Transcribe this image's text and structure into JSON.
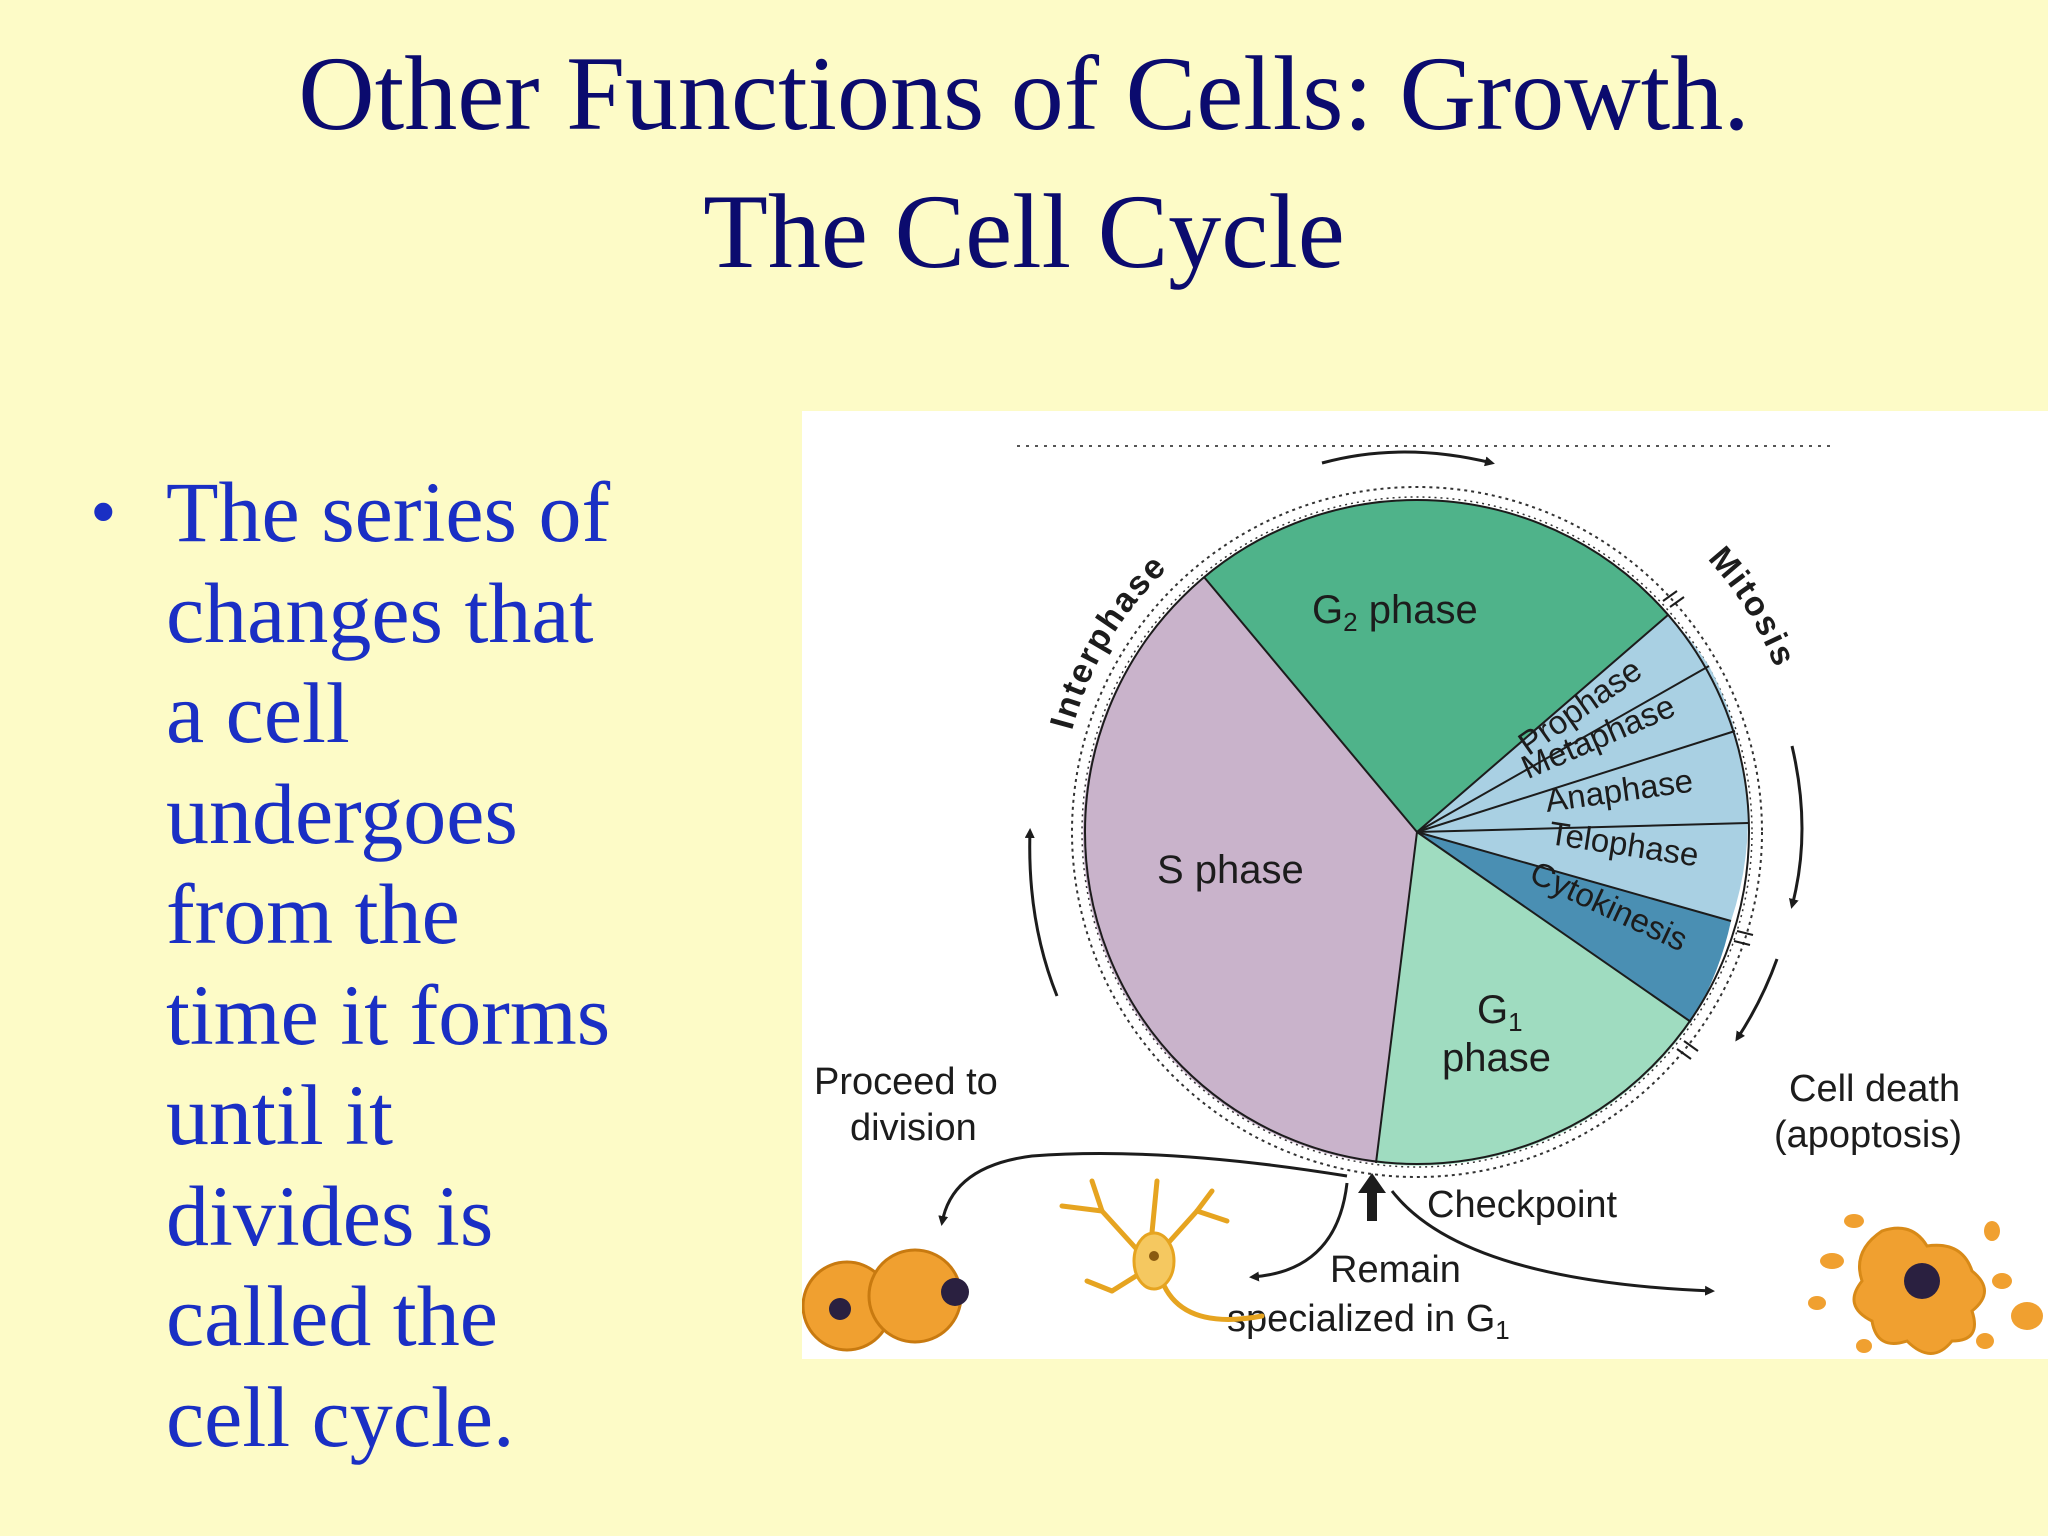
{
  "slide": {
    "title_line1": "Other Functions of Cells: Growth.",
    "title_line2": "The Cell Cycle",
    "bullet_symbol": "•",
    "bullet_lines": [
      "The series of",
      "changes that",
      "a cell",
      "undergoes",
      "from the",
      "time it forms",
      "until it",
      "divides is",
      "called the",
      "cell cycle."
    ]
  },
  "diagram": {
    "arc_labels": {
      "interphase": "Interphase",
      "mitosis": "Mitosis"
    },
    "sectors": {
      "g2": {
        "label": "G",
        "sub": "2",
        "suffix": " phase",
        "color": "#4fb38a"
      },
      "s": {
        "label": "S phase",
        "color": "#c9b3cb"
      },
      "g1": {
        "label": "G",
        "sub": "1",
        "line2": "phase",
        "color": "#9fdcc0"
      },
      "prophase": {
        "label": "Prophase",
        "color": "#a9d0e3"
      },
      "metaphase": {
        "label": "Metaphase",
        "color": "#a9d0e3"
      },
      "anaphase": {
        "label": "Anaphase",
        "color": "#a9d0e3"
      },
      "telophase": {
        "label": "Telophase",
        "color": "#a9d0e3"
      },
      "cytokinesis": {
        "label": "Cytokinesis",
        "color": "#4a8fb3"
      }
    },
    "annotations": {
      "proceed_line1": "Proceed to",
      "proceed_line2": "division",
      "death_line1": "Cell death",
      "death_line2": "(apoptosis)",
      "checkpoint": "Checkpoint",
      "remain_line1": "Remain",
      "remain_line2_prefix": "specialized in G",
      "remain_sub": "1"
    },
    "colors": {
      "cell_orange": "#f0a030",
      "nucleus": "#2a2040",
      "neuron": "#f5c860"
    }
  }
}
